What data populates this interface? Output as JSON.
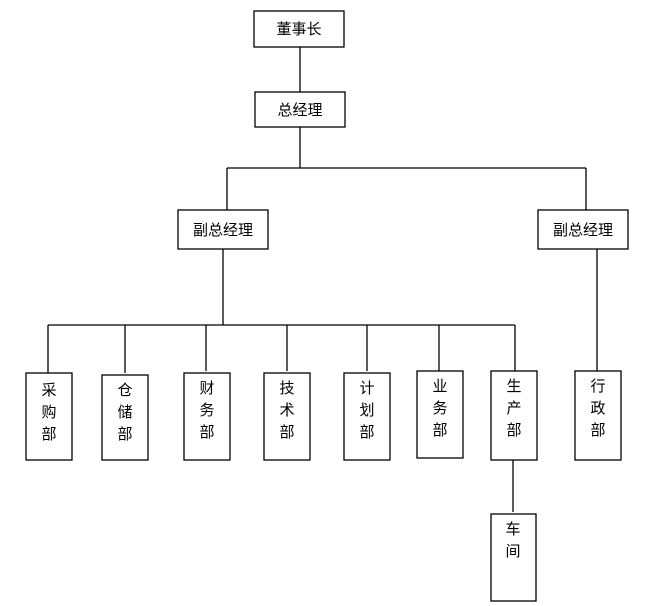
{
  "org_chart": {
    "chairman": "董事长",
    "general_manager": "总经理",
    "deputy_gm_left": "副总经理",
    "deputy_gm_right": "副总经理",
    "departments": [
      [
        "采",
        "购",
        "部"
      ],
      [
        "仓",
        "储",
        "部"
      ],
      [
        "财",
        "务",
        "部"
      ],
      [
        "技",
        "术",
        "部"
      ],
      [
        "计",
        "划",
        "部"
      ],
      [
        "业",
        "务",
        "部"
      ],
      [
        "生",
        "产",
        "部"
      ],
      [
        "行",
        "政",
        "部"
      ]
    ],
    "workshop": [
      "车",
      "间"
    ]
  }
}
